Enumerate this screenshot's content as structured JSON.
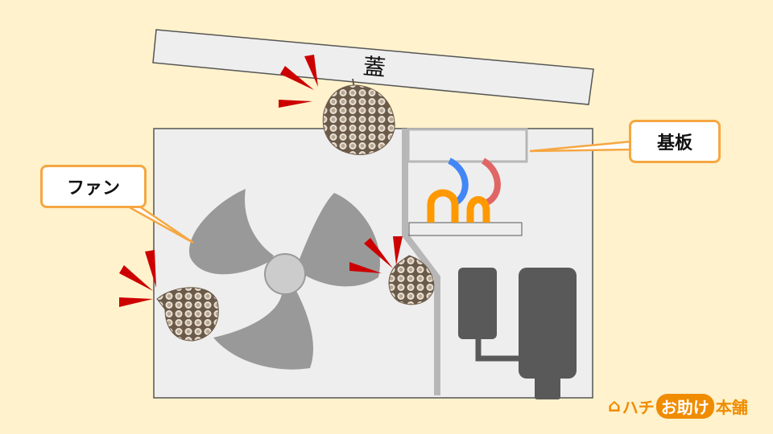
{
  "labels": {
    "lid": "蓋",
    "pcb": "基板",
    "fan": "ファン"
  },
  "logo": {
    "part1": "ハチ",
    "part2": "お助け",
    "part3": "本舗"
  },
  "colors": {
    "background": "#fff2cc",
    "case": "#eeeeee",
    "fan": "#999999",
    "accent": "#f5a742",
    "alert": "#cc0000",
    "wire_blue": "#4287f5",
    "wire_red": "#e06666",
    "wire_orange": "#ff9900",
    "compressor": "#595959"
  }
}
